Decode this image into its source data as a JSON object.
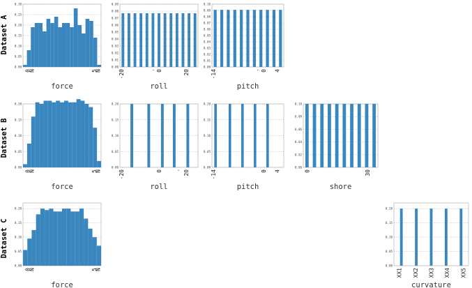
{
  "colors": {
    "bar": "#3a87c0",
    "grid": "#b0b0b0",
    "frame": "#bcbcbc"
  },
  "row_labels": [
    "Dataset A",
    "Dataset B",
    "Dataset C"
  ],
  "chart_data": [
    {
      "type": "bar",
      "row": "Dataset A",
      "xlabel": "force",
      "ylim": [
        0,
        0.3
      ],
      "yticks": [
        "0.00",
        "0.05",
        "0.10",
        "0.15",
        "0.20",
        "0.25",
        "0.30"
      ],
      "xticks": [
        "0",
        "N",
        "5",
        "N"
      ],
      "values": [
        0.01,
        0.08,
        0.19,
        0.21,
        0.21,
        0.17,
        0.23,
        0.21,
        0.24,
        0.19,
        0.21,
        0.21,
        0.19,
        0.28,
        0.2,
        0.16,
        0.23,
        0.22,
        0.14,
        0.01
      ]
    },
    {
      "type": "bar",
      "row": "Dataset A",
      "xlabel": "roll",
      "ylim": [
        0,
        0.09
      ],
      "yticks": [
        "0.00",
        "0.01",
        "0.02",
        "0.03",
        "0.04",
        "0.05",
        "0.06",
        "0.07",
        "0.08",
        "0.09"
      ],
      "xticks": [
        "-20",
        "0",
        "20"
      ],
      "xmarks": [
        "•",
        "•",
        "•"
      ],
      "values": [
        0.077,
        0.077,
        0.077,
        0.077,
        0.077,
        0.077,
        0.077,
        0.077,
        0.077,
        0.077,
        0.077,
        0.077,
        0.077
      ]
    },
    {
      "type": "bar",
      "row": "Dataset A",
      "xlabel": "pitch",
      "ylim": [
        0,
        0.1
      ],
      "yticks": [
        "0.00",
        "0.01",
        "0.02",
        "0.03",
        "0.04",
        "0.05",
        "0.06",
        "0.07",
        "0.08",
        "0.09",
        "0.10"
      ],
      "xticks": [
        "-14",
        "0",
        "4"
      ],
      "xmarks": [
        "•",
        "•"
      ],
      "values": [
        0.091,
        0.091,
        0.091,
        0.091,
        0.091,
        0.091,
        0.091,
        0.091,
        0.091,
        0.091,
        0.091
      ]
    },
    {
      "type": "bar",
      "row": "Dataset B",
      "xlabel": "force",
      "ylim": [
        0,
        0.2
      ],
      "yticks": [
        "0.00",
        "0.05",
        "0.10",
        "0.15",
        "0.20"
      ],
      "xticks": [
        "0",
        "N",
        "5",
        "N"
      ],
      "values": [
        0.01,
        0.075,
        0.16,
        0.205,
        0.2,
        0.21,
        0.21,
        0.205,
        0.21,
        0.205,
        0.21,
        0.205,
        0.205,
        0.215,
        0.21,
        0.2,
        0.19,
        0.125,
        0.02
      ]
    },
    {
      "type": "bar",
      "row": "Dataset B",
      "xlabel": "roll",
      "ylim": [
        0,
        0.2
      ],
      "yticks": [
        "0.00",
        "0.05",
        "0.10",
        "0.15",
        "0.20"
      ],
      "xticks": [
        "-20",
        "0",
        "20"
      ],
      "xmarks": [
        "•",
        "•"
      ],
      "positions": [
        -15,
        -5,
        3,
        10,
        18
      ],
      "xrange": [
        -22,
        24
      ],
      "values": [
        0.2,
        0.2,
        0.2,
        0.2,
        0.2
      ]
    },
    {
      "type": "bar",
      "row": "Dataset B",
      "xlabel": "pitch",
      "ylim": [
        0,
        0.2
      ],
      "yticks": [
        "0.00",
        "0.05",
        "0.10",
        "0.15",
        "0.20"
      ],
      "xticks": [
        "-14",
        "0",
        "4"
      ],
      "xmarks": [
        "•",
        "•"
      ],
      "positions": [
        -14,
        -10,
        -6.5,
        -3,
        0.5
      ],
      "xrange": [
        -15,
        5
      ],
      "values": [
        0.2,
        0.2,
        0.2,
        0.2,
        0.2
      ]
    },
    {
      "type": "bar",
      "row": "Dataset B",
      "xlabel": "shore",
      "ylim": [
        0,
        0.1
      ],
      "yticks": [
        "0.00",
        "0.02",
        "0.04",
        "0.06",
        "0.08",
        "0.10"
      ],
      "xticks": [
        "0",
        "30"
      ],
      "values": [
        0.1,
        0.1,
        0.1,
        0.1,
        0.1,
        0.1,
        0.1,
        0.1,
        0.1,
        0.1
      ]
    },
    {
      "type": "bar",
      "row": "Dataset C",
      "xlabel": "force",
      "ylim": [
        0,
        0.22
      ],
      "yticks": [
        "0.00",
        "0.05",
        "0.10",
        "0.15",
        "0.20"
      ],
      "xticks": [
        "0",
        "N",
        "5",
        "N"
      ],
      "values": [
        0.055,
        0.095,
        0.125,
        0.18,
        0.2,
        0.195,
        0.2,
        0.19,
        0.19,
        0.2,
        0.2,
        0.19,
        0.19,
        0.2,
        0.165,
        0.13,
        0.1,
        0.07
      ]
    },
    {
      "type": "bar",
      "row": "Dataset C",
      "xlabel": "curvature",
      "ylim": [
        0,
        0.22
      ],
      "yticks": [
        "0.00",
        "0.05",
        "0.10",
        "0.15",
        "0.20"
      ],
      "xticks": [
        "XX1",
        "XX2",
        "XX3",
        "XX4",
        "XX5"
      ],
      "categories": [
        "XX1",
        "XX2",
        "XX3",
        "XX4",
        "XX5"
      ],
      "values": [
        0.2,
        0.2,
        0.2,
        0.2,
        0.2
      ]
    }
  ]
}
